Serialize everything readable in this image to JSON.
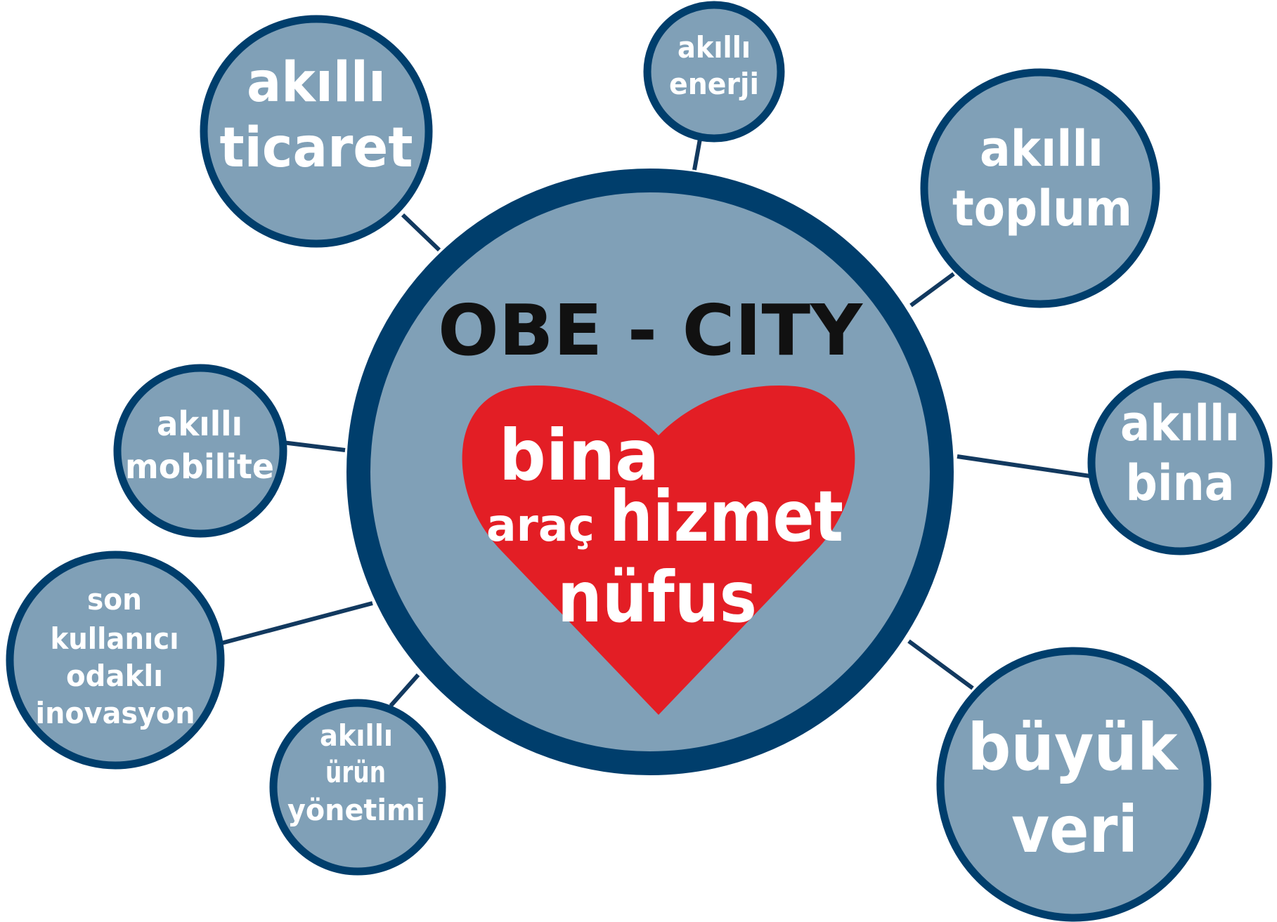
{
  "colors": {
    "node_fill": "#80a0b7",
    "node_stroke": "#003e6c",
    "heart": "#e31e25",
    "node_text": "#ffffff",
    "hub_title": "#111111"
  },
  "hub": {
    "title": "OBE - CITY",
    "heart_words": {
      "bina": "bina",
      "arac": "araç",
      "hizmet": "hizmet",
      "nufus": "nüfus"
    }
  },
  "nodes": {
    "ticaret": [
      "akıllı",
      "ticaret"
    ],
    "enerji": [
      "akıllı",
      "enerji"
    ],
    "toplum": [
      "akıllı",
      "toplum"
    ],
    "mobilite": [
      "akıllı",
      "mobilite"
    ],
    "bina": [
      "akıllı",
      "bina"
    ],
    "son_kullanici": [
      "son",
      "kullanıcı",
      "odaklı",
      "inovasyon"
    ],
    "urun_yonetimi": [
      "akıllı",
      "ürün",
      "yönetimi"
    ],
    "buyuk_veri": [
      "büyük",
      "veri"
    ]
  }
}
